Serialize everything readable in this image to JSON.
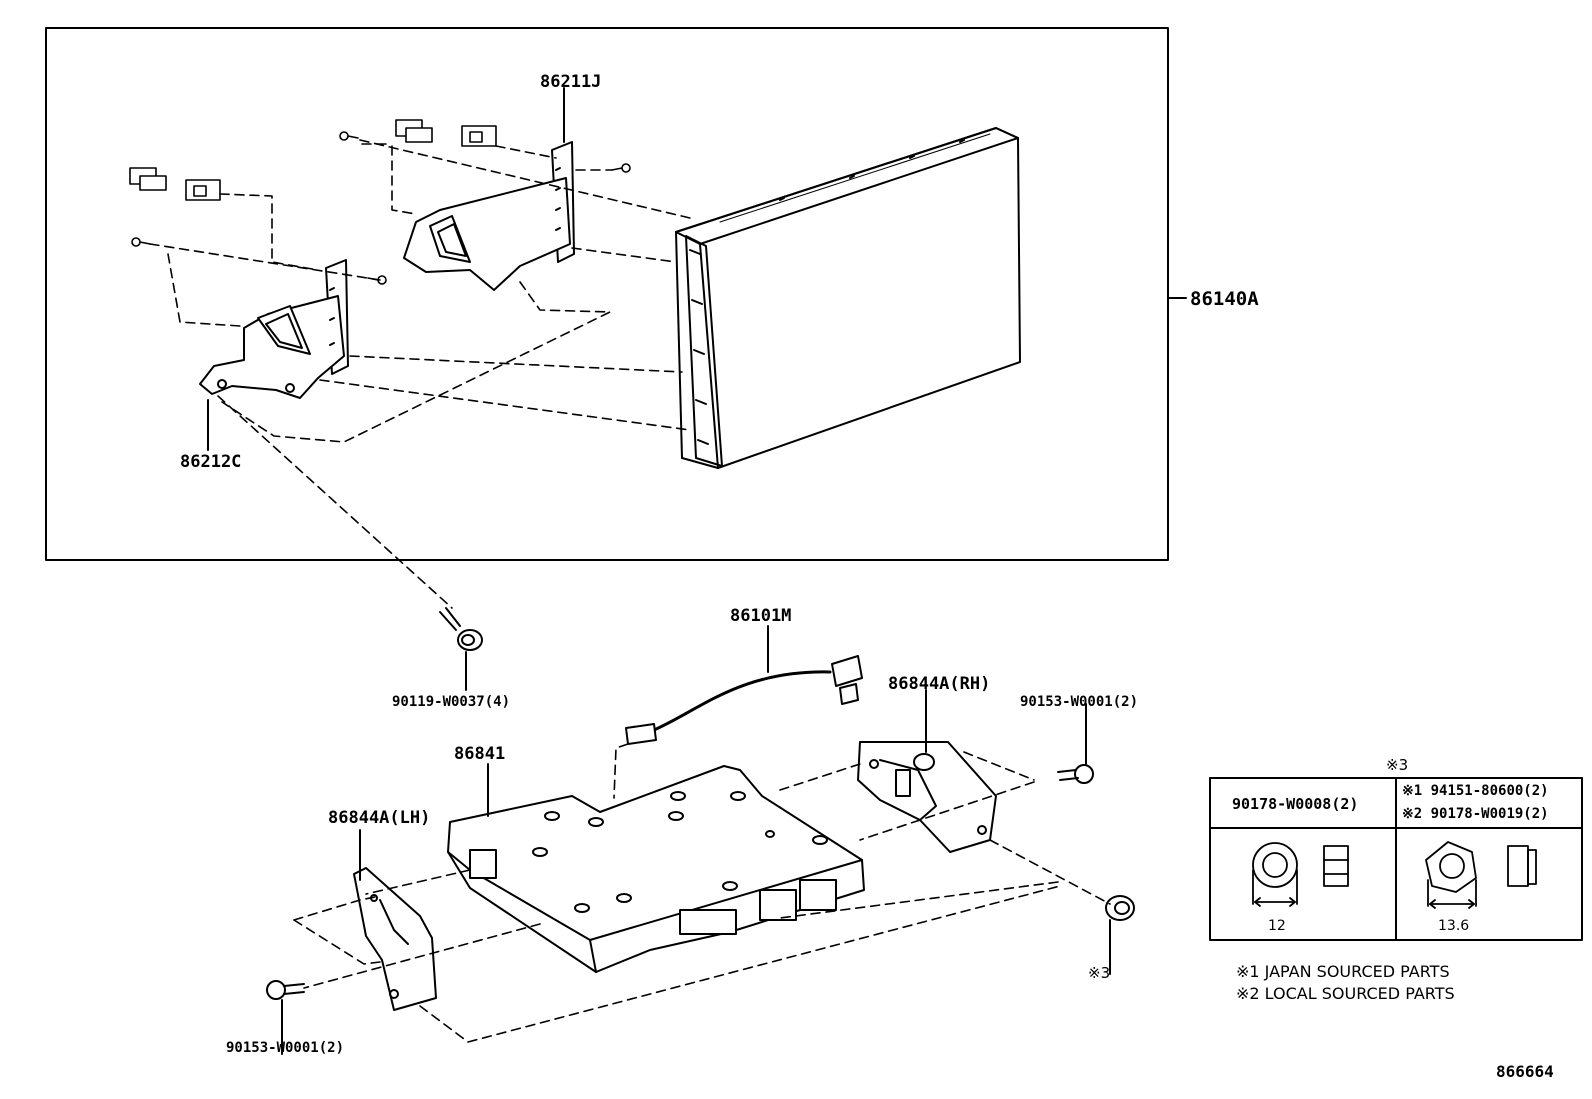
{
  "parts": {
    "display_unit": "86140A",
    "bracket_rh": "86211J",
    "bracket_lh": "86212C",
    "bolt_upper": "90119-W0037(4)",
    "wire": "86101M",
    "bracket_86844a_rh": "86844A(RH)",
    "bolt_right": "90153-W0001(2)",
    "module": "86841",
    "bracket_86844a_lh": "86844A(LH)",
    "bolt_left": "90153-W0001(2)",
    "nut_ref": "※3"
  },
  "table": {
    "header_ref": "※3",
    "col1_part": "90178-W0008(2)",
    "col2_part1": "※1 94151-80600(2)",
    "col2_part2": "※2 90178-W0019(2)",
    "col1_dim": "12",
    "col2_dim": "13.6"
  },
  "notes": {
    "note1": "※1 JAPAN SOURCED PARTS",
    "note2": "※2 LOCAL SOURCED PARTS"
  },
  "diagram_id": "866664"
}
